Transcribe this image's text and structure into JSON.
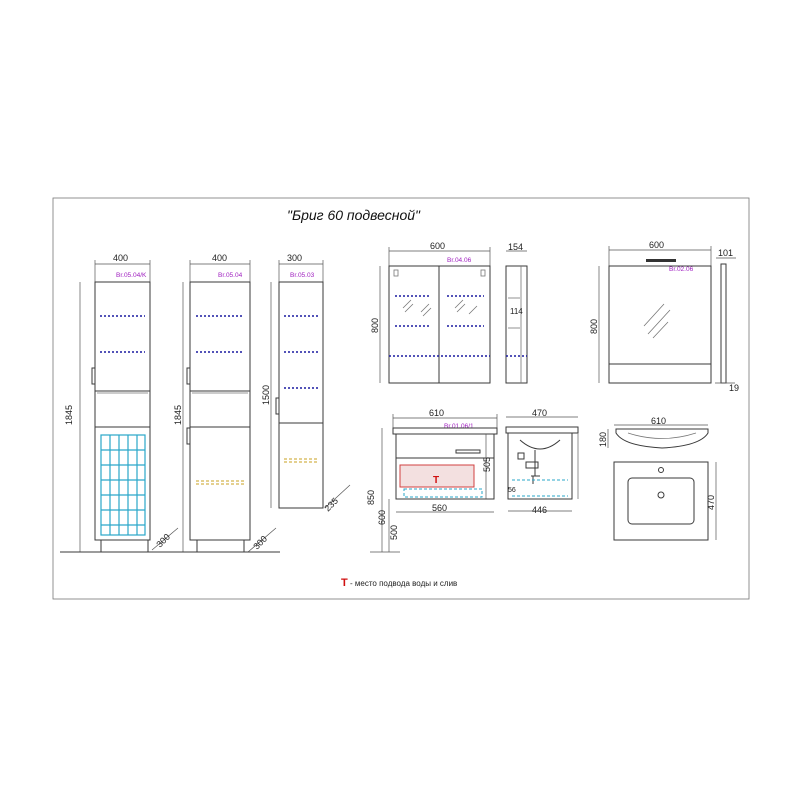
{
  "title": "\"Бриг 60 подвесной\"",
  "legend": {
    "marker": "T",
    "text": "- место подвода воды и слив"
  },
  "items": [
    {
      "code": "Br.05.04/K",
      "width": "400",
      "height": "1845",
      "depth": "300"
    },
    {
      "code": "Br.05.04",
      "width": "400",
      "height": "1845",
      "depth": "300"
    },
    {
      "code": "Br.05.03",
      "width": "300",
      "height": "1500",
      "depth": "235"
    },
    {
      "code": "Br.04.06",
      "width": "600",
      "height": "800",
      "depth": "154",
      "inner": "114"
    },
    {
      "code": "Br.02.06",
      "width": "600",
      "height": "800",
      "depth": "101",
      "bottom": "19"
    },
    {
      "code": "Br.01.06/1",
      "width": "610",
      "inner_width": "560",
      "height": "505",
      "floor_total": "850",
      "floor_top": "600",
      "floor_bottom": "500",
      "side_depth": "470",
      "side_inner": "446",
      "side_offset": "56"
    },
    {
      "code": "",
      "width": "610",
      "depth": "470",
      "side_height": "180"
    }
  ],
  "colors": {
    "line": "#3a3a3a",
    "shelf": "#1a1aa0",
    "basket": "#2aa7c9",
    "marker": "#d01010",
    "code": "#a020c0"
  }
}
